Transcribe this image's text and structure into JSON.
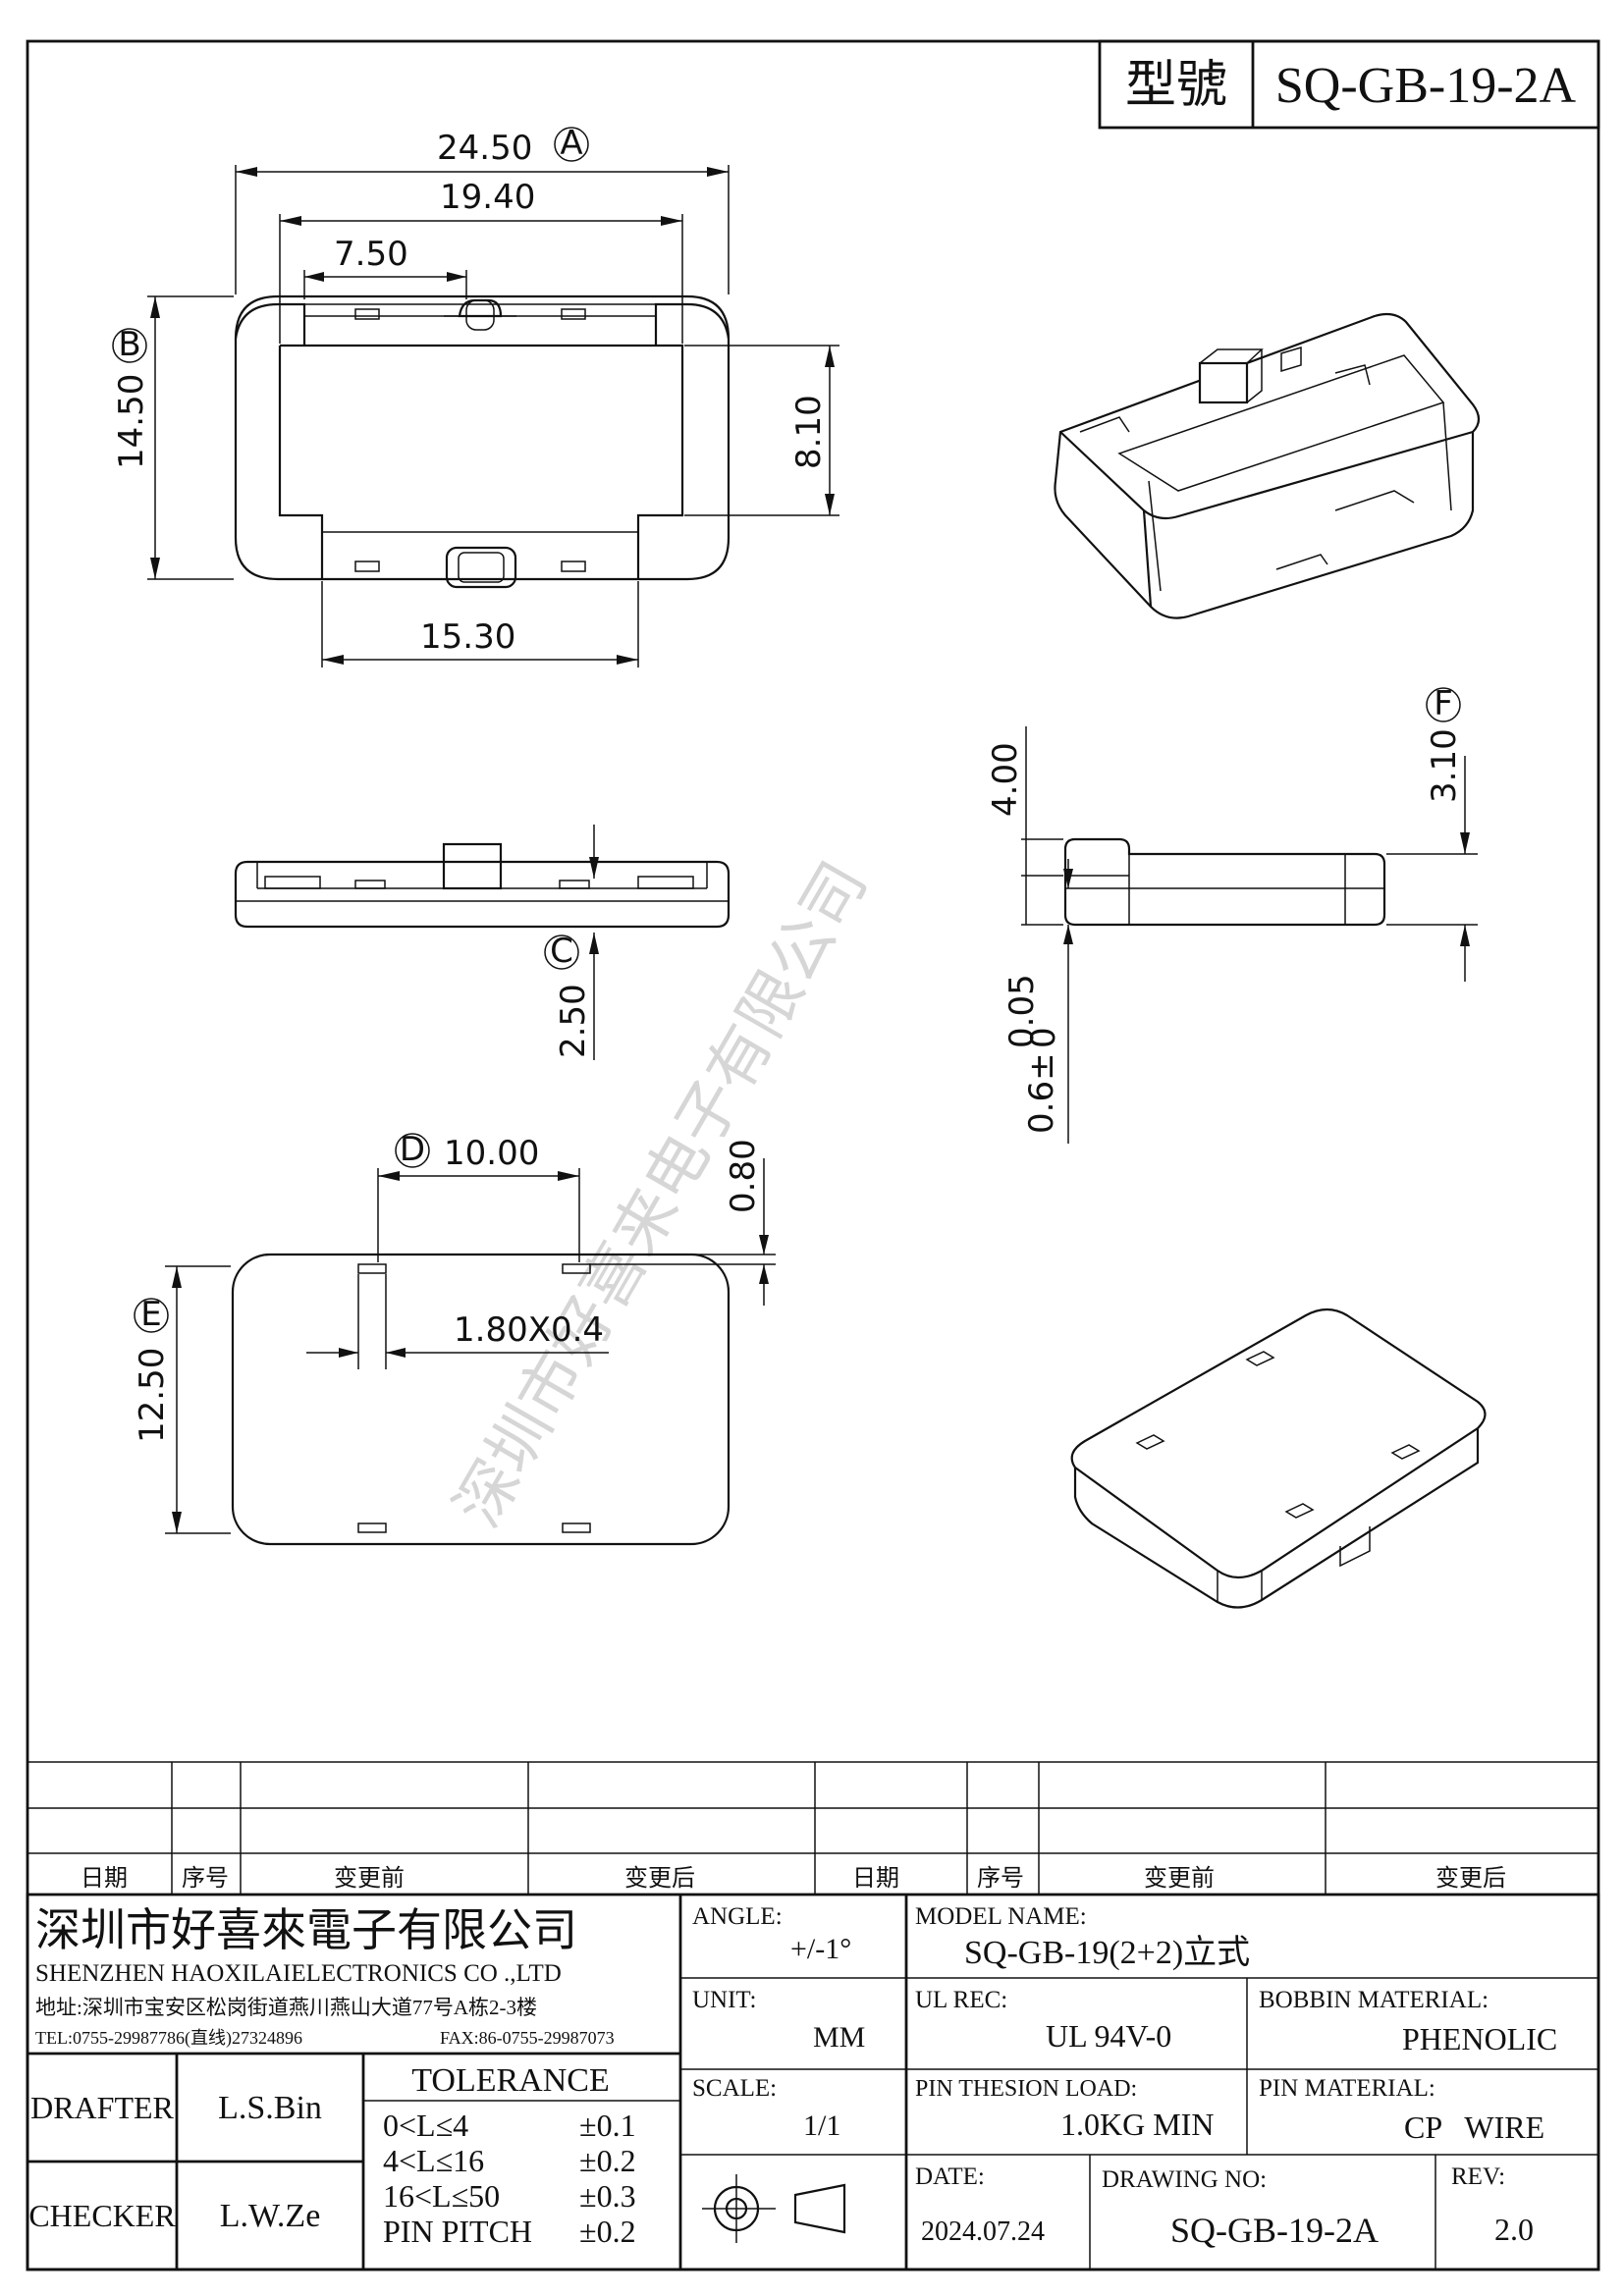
{
  "header": {
    "model_label": "型號",
    "model_value": "SQ-GB-19-2A"
  },
  "watermark": "深圳市好喜来电子有限公司",
  "dims": {
    "width_total": "24.50",
    "callout_a": "A",
    "inner_width": "19.40",
    "slot_offset": "7.50",
    "height_total": "14.50",
    "callout_b": "B",
    "inner_height": "8.10",
    "bottom_gap": "15.30",
    "side_height": "2.50",
    "callout_c": "C",
    "right_height": "4.00",
    "right_top": "3.10",
    "callout_f": "F",
    "right_tol": "0.6±",
    "tol_upper": "0.05",
    "tol_lower": "0",
    "pitch": "10.00",
    "callout_d": "D",
    "edge": "0.80",
    "slot_size": "1.80X0.4",
    "bottom_height": "12.50",
    "callout_e": "E"
  },
  "revision_table": {
    "headers": [
      "日期",
      "序号",
      "变更前",
      "变更后",
      "日期",
      "序号",
      "变更前",
      "变更后"
    ]
  },
  "company": {
    "name_cn": "深圳市好喜來電子有限公司",
    "name_en": "SHENZHEN HAOXILAIELECTRONICS CO .,LTD",
    "address": "地址:深圳市宝安区松岗街道燕川燕山大道77号A栋2-3楼",
    "tel": "TEL:0755-29987786(直线)27324896",
    "fax": "FAX:86-0755-29987073"
  },
  "title_block": {
    "angle_label": "ANGLE:",
    "angle_value": "+/-1°",
    "model_name_label": "MODEL NAME:",
    "model_name_value": "SQ-GB-19(2+2)立式",
    "unit_label": "UNIT:",
    "unit_value": "MM",
    "ul_label": "UL REC:",
    "ul_value": "UL 94V-0",
    "bobbin_label": "BOBBIN MATERIAL:",
    "bobbin_value": "PHENOLIC",
    "scale_label": "SCALE:",
    "scale_value": "1/1",
    "load_label": "PIN THESION LOAD:",
    "load_value": "1.0KG MIN",
    "pin_label": "PIN MATERIAL:",
    "pin_value": "CP   WIRE",
    "date_label": "DATE:",
    "date_value": "2024.07.24",
    "drawing_label": "DRAWING NO:",
    "drawing_value": "SQ-GB-19-2A",
    "rev_label": "REV:",
    "rev_value": "2.0",
    "drafter_label": "DRAFTER",
    "drafter_value": "L.S.Bin",
    "checker_label": "CHECKER",
    "checker_value": "L.W.Ze",
    "tolerance_title": "TOLERANCE",
    "tolerances": [
      {
        "range": "0<L≤4",
        "value": "±0.1"
      },
      {
        "range": "4<L≤16",
        "value": "±0.2"
      },
      {
        "range": "16<L≤50",
        "value": "±0.3"
      },
      {
        "range": "PIN PITCH",
        "value": "±0.2"
      }
    ]
  }
}
